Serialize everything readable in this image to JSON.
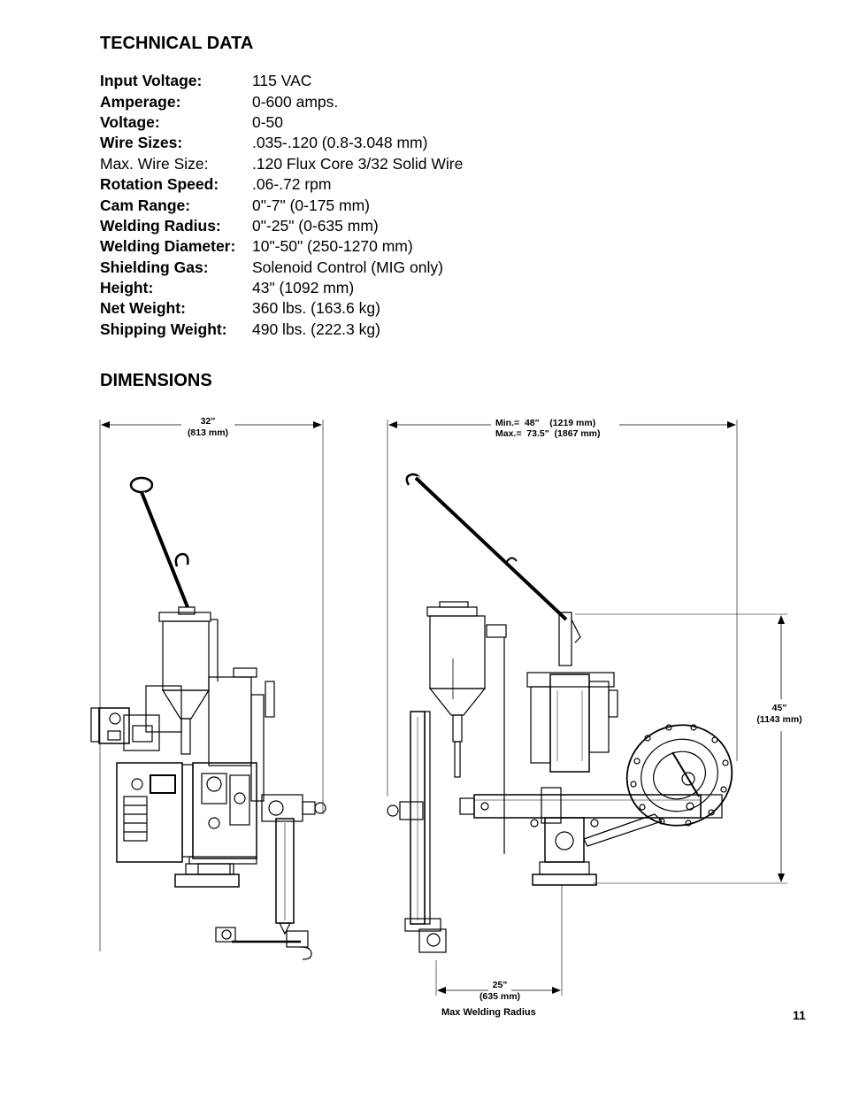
{
  "technical_data": {
    "heading": "TECHNICAL DATA",
    "specs": [
      {
        "label": "Input Voltage:",
        "value": "115 VAC",
        "bold": true
      },
      {
        "label": "Amperage:",
        "value": "0-600 amps.",
        "bold": true
      },
      {
        "label": "Voltage:",
        "value": "0-50",
        "bold": true
      },
      {
        "label": "Wire Sizes:",
        "value": ".035-.120 (0.8-3.048 mm)",
        "bold": true
      },
      {
        "label": "Max. Wire Size:",
        "value": ".120 Flux Core 3/32 Solid Wire",
        "bold": false
      },
      {
        "label": "Rotation Speed:",
        "value": ".06-.72 rpm",
        "bold": true
      },
      {
        "label": "Cam Range:",
        "value": "0\"-7\" (0-175 mm)",
        "bold": true
      },
      {
        "label": "Welding Radius:",
        "value": "0\"-25\" (0-635 mm)",
        "bold": true
      },
      {
        "label": "Welding Diameter:",
        "value": "10\"-50\" (250-1270 mm)",
        "bold": true
      },
      {
        "label": "Shielding Gas:",
        "value": "Solenoid Control (MIG only)",
        "bold": true
      },
      {
        "label": "Height:",
        "value": "43\" (1092 mm)",
        "bold": true
      },
      {
        "label": "Net Weight:",
        "value": "360 lbs. (163.6 kg)",
        "bold": true
      },
      {
        "label": "Shipping Weight:",
        "value": "490 lbs. (222.3 kg)",
        "bold": true
      }
    ]
  },
  "dimensions": {
    "heading": "DIMENSIONS",
    "width_line1": "32\"",
    "width_line2": "(813 mm)",
    "reach_min": "Min.=  48\"    (1219 mm)",
    "reach_max": "Max.=  73.5\"  (1867 mm)",
    "height_line1": "45\"",
    "height_line2": "(1143 mm)",
    "radius_line1": "25\"",
    "radius_line2": "(635 mm)",
    "caption": "Max Welding Radius"
  },
  "page_number": "11"
}
